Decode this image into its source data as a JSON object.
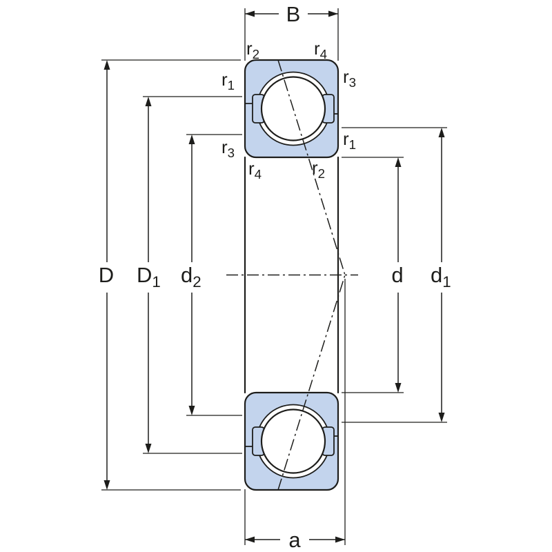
{
  "colors": {
    "line": "#1d1d1b",
    "fill": "#c3d4ed",
    "background": "#ffffff"
  },
  "dim_labels": {
    "B": {
      "base": "B",
      "sub": ""
    },
    "a": {
      "base": "a",
      "sub": ""
    },
    "D": {
      "base": "D",
      "sub": ""
    },
    "D1": {
      "base": "D",
      "sub": "1"
    },
    "d2": {
      "base": "d",
      "sub": "2"
    },
    "d": {
      "base": "d",
      "sub": ""
    },
    "d1": {
      "base": "d",
      "sub": "1"
    }
  },
  "radius_labels": {
    "top_outer_left": {
      "base": "r",
      "sub": "2"
    },
    "top_outer_right": {
      "base": "r",
      "sub": "4"
    },
    "upper_side_left": {
      "base": "r",
      "sub": "1"
    },
    "upper_side_right": {
      "base": "r",
      "sub": "3"
    },
    "lower_side_left": {
      "base": "r",
      "sub": "3"
    },
    "lower_side_right": {
      "base": "r",
      "sub": "1"
    },
    "bottom_outer_left": {
      "base": "r",
      "sub": "4"
    },
    "bottom_outer_right": {
      "base": "r",
      "sub": "2"
    }
  }
}
